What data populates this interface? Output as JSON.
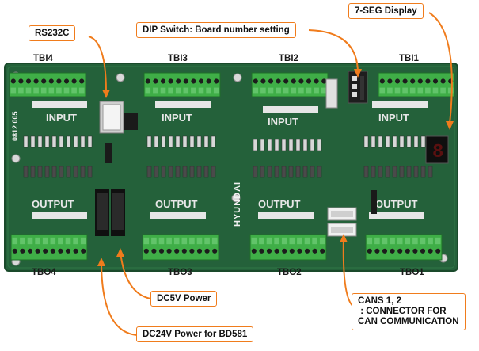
{
  "connector_labels": {
    "tbi4": "TBI4",
    "tbi3": "TBI3",
    "tbi2": "TBI2",
    "tbi1": "TBI1",
    "tbo4": "TBO4",
    "tbo3": "TBO3",
    "tbo2": "TBO2",
    "tbo1": "TBO1"
  },
  "silkscreen": {
    "input": "INPUT",
    "output": "OUTPUT",
    "brand": "HYUNDAI",
    "board_code": "0812 005"
  },
  "callouts": {
    "rs232c": "RS232C",
    "dip_switch": "DIP Switch: Board number setting",
    "seven_seg": "7-SEG Display",
    "dc5v": "DC5V Power",
    "dc24v": "DC24V Power for BD581",
    "cans": "CANS 1, 2\n : CONNECTOR FOR\nCAN COMMUNICATION"
  },
  "colors": {
    "pcb": "#24613a",
    "connector": "#3fae47",
    "callout_border": "#f07c1c"
  }
}
